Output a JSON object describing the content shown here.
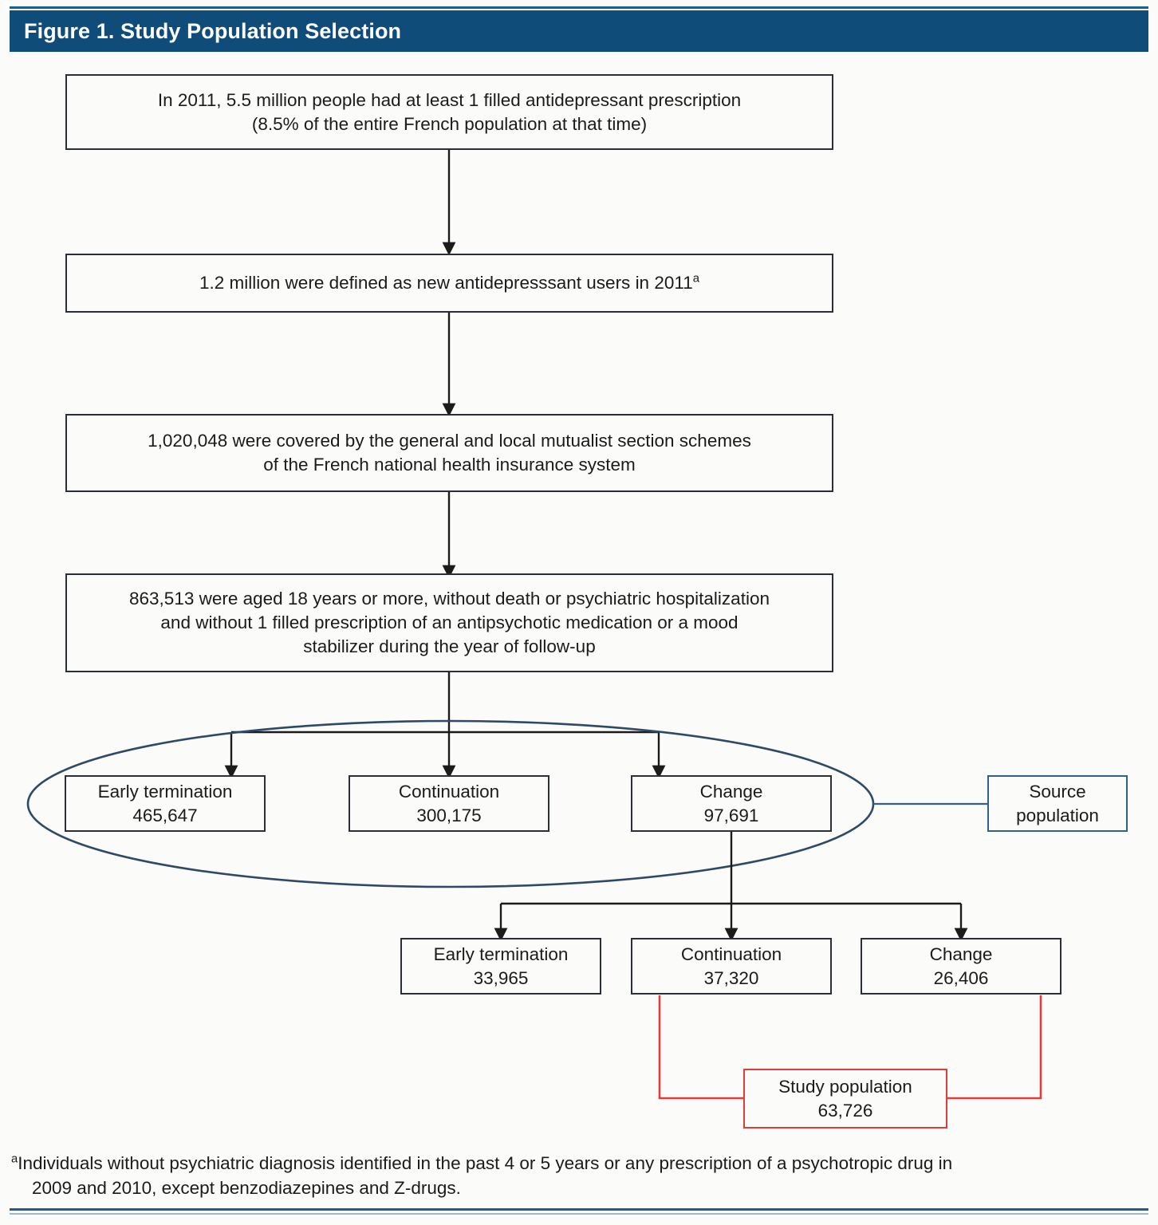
{
  "figure": {
    "title": "Figure 1. Study Population Selection",
    "header_bg": "#0f4c7a",
    "header_text_color": "#ffffff",
    "rule_color": "#1c5f8e",
    "box_border_color": "#2a2f37",
    "ellipse_color": "#2e4a66",
    "highlight_border_color": "#e03c3c",
    "source_box_border_color": "#2e628b"
  },
  "flow": {
    "step1": {
      "line1": "In 2011, 5.5 million people had at least 1 filled antidepressant prescription",
      "line2": "(8.5% of the entire French population at that time)"
    },
    "step2": {
      "line1": "1.2 million were defined as new antidepresssant users in 2011",
      "footnote_marker": "a"
    },
    "step3": {
      "line1": "1,020,048 were covered by the general and local mutualist section schemes",
      "line2": "of the French national health insurance system"
    },
    "step4": {
      "line1": "863,513 were aged 18 years or more, without death or psychiatric hospitalization",
      "line2": "and without 1 filled prescription of an antipsychotic medication or a mood",
      "line3": "stabilizer during the year of follow-up"
    },
    "tier1": [
      {
        "label": "Early termination",
        "value": "465,647"
      },
      {
        "label": "Continuation",
        "value": "300,175"
      },
      {
        "label": "Change",
        "value": "97,691"
      }
    ],
    "source_population": {
      "line1": "Source",
      "line2": "population"
    },
    "tier2": [
      {
        "label": "Early termination",
        "value": "33,965"
      },
      {
        "label": "Continuation",
        "value": "37,320"
      },
      {
        "label": "Change",
        "value": "26,406"
      }
    ],
    "study_population": {
      "label": "Study population",
      "value": "63,726"
    }
  },
  "footnote": {
    "marker": "a",
    "line1": "Individuals without psychiatric diagnosis identified in the past 4 or 5 years or any prescription of a psychotropic drug in",
    "line2": "2009 and 2010, except benzodiazepines and Z-drugs."
  }
}
